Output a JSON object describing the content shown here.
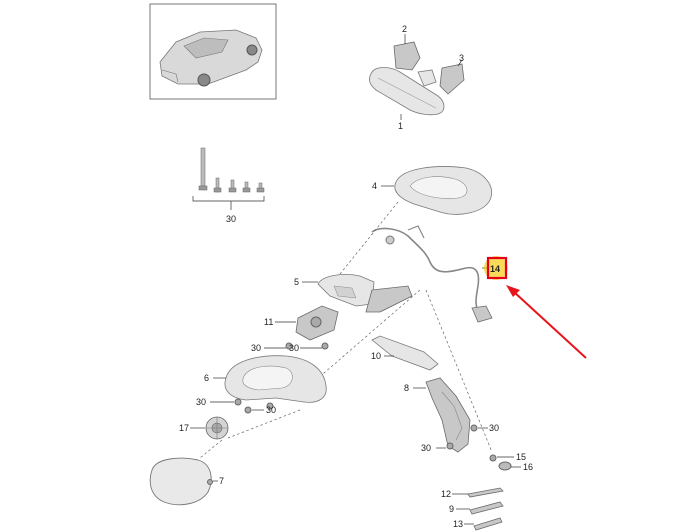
{
  "callouts": {
    "c1": "1",
    "c2": "2",
    "c3": "3",
    "c4": "4",
    "c5": "5",
    "c6": "6",
    "c7": "7",
    "c8": "8",
    "c9": "9",
    "c10": "10",
    "c11": "11",
    "c12": "12",
    "c13": "13",
    "c14": "14",
    "c15": "15",
    "c16": "16",
    "c17": "17",
    "c30": "30"
  },
  "highlight": {
    "label": "14",
    "box_fill": "#f7c600",
    "box_stroke": "#e2001a",
    "arrow_color": "#e8141b"
  }
}
